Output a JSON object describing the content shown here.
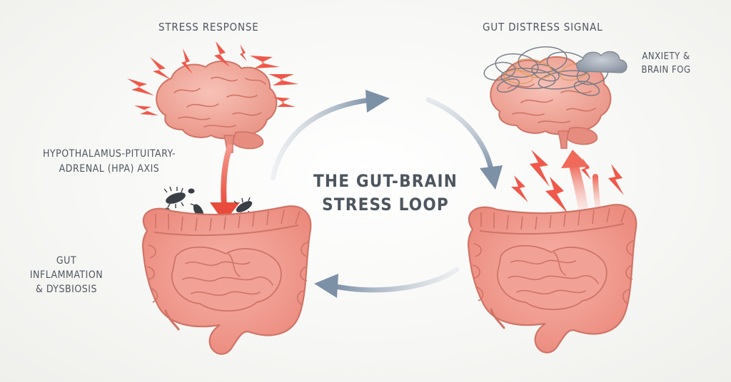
{
  "labels": {
    "stress_response": "STRESS RESPONSE",
    "gut_distress_signal": "GUT DISTRESS SIGNAL",
    "anxiety_line1": "ANXIETY &",
    "anxiety_line2": "BRAIN FOG",
    "hpa_line1": "HYPOTHALAMUS-PITUITARY-",
    "hpa_line2": "ADRENAL (HPA) AXIS",
    "gut_line1": "GUT",
    "gut_line2": "INFLAMMATION",
    "gut_line3": "& DYSBIOSIS"
  },
  "title": {
    "line1": "THE GUT-BRAIN",
    "line2": "STRESS LOOP"
  },
  "colors": {
    "organ": "#f08f83",
    "organ_dark": "#d86f64",
    "brain": "#f3a99d",
    "bolt": "#f0584a",
    "arrow": "#8195ab",
    "text": "#4f5660"
  }
}
